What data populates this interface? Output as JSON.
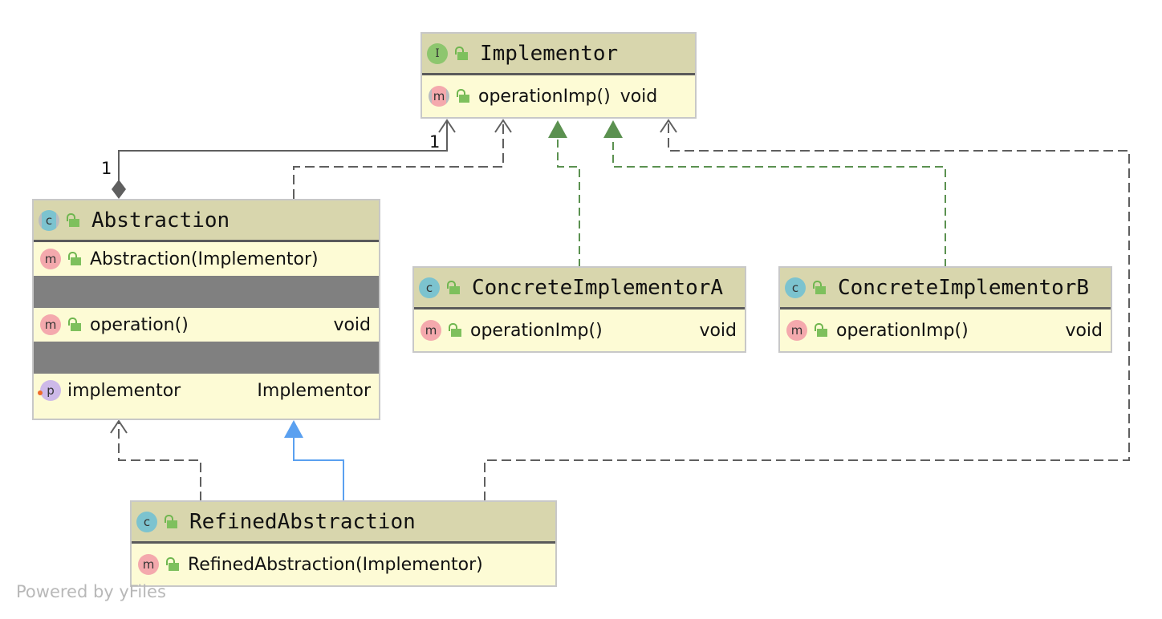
{
  "diagram": {
    "nodes": {
      "implementor": {
        "kind": "interface",
        "kind_letter": "I",
        "title": "Implementor",
        "members": [
          {
            "badge": "m",
            "name": "operationImp()",
            "type": "void",
            "abstract": true
          }
        ]
      },
      "abstraction": {
        "kind": "abstract-class",
        "kind_letter": "c",
        "title": "Abstraction",
        "constructors": [
          {
            "badge": "m",
            "name": "Abstraction(Implementor)",
            "type": ""
          }
        ],
        "methods": [
          {
            "badge": "m",
            "name": "operation()",
            "type": "void"
          }
        ],
        "fields": [
          {
            "badge": "p",
            "name": "implementor",
            "type": "Implementor"
          }
        ]
      },
      "concrete_a": {
        "kind": "class",
        "kind_letter": "c",
        "title": "ConcreteImplementorA",
        "members": [
          {
            "badge": "m",
            "name": "operationImp()",
            "type": "void"
          }
        ]
      },
      "concrete_b": {
        "kind": "class",
        "kind_letter": "c",
        "title": "ConcreteImplementorB",
        "members": [
          {
            "badge": "m",
            "name": "operationImp()",
            "type": "void"
          }
        ]
      },
      "refined": {
        "kind": "class",
        "kind_letter": "c",
        "title": "RefinedAbstraction",
        "members": [
          {
            "badge": "m",
            "name": "RefinedAbstraction(Implementor)",
            "type": ""
          }
        ]
      }
    },
    "edges": [
      {
        "from": "abstraction",
        "to": "implementor",
        "type": "composition",
        "source_multiplicity": "1",
        "target_multiplicity": "1",
        "color": "#5f5f5f"
      },
      {
        "from": "abstraction",
        "to": "implementor",
        "type": "dependency",
        "color": "#5f5f5f"
      },
      {
        "from": "concrete_a",
        "to": "implementor",
        "type": "realization",
        "color": "#5b9150"
      },
      {
        "from": "concrete_b",
        "to": "implementor",
        "type": "realization",
        "color": "#5b9150"
      },
      {
        "from": "refined",
        "to": "implementor",
        "type": "dependency",
        "color": "#5f5f5f"
      },
      {
        "from": "refined",
        "to": "abstraction",
        "type": "dependency",
        "color": "#5f5f5f"
      },
      {
        "from": "refined",
        "to": "abstraction",
        "type": "generalization",
        "color": "#5aa0f0"
      }
    ],
    "labels": {
      "multiplicity_source": "1",
      "multiplicity_target": "1"
    }
  },
  "watermark": "Powered by yFiles"
}
